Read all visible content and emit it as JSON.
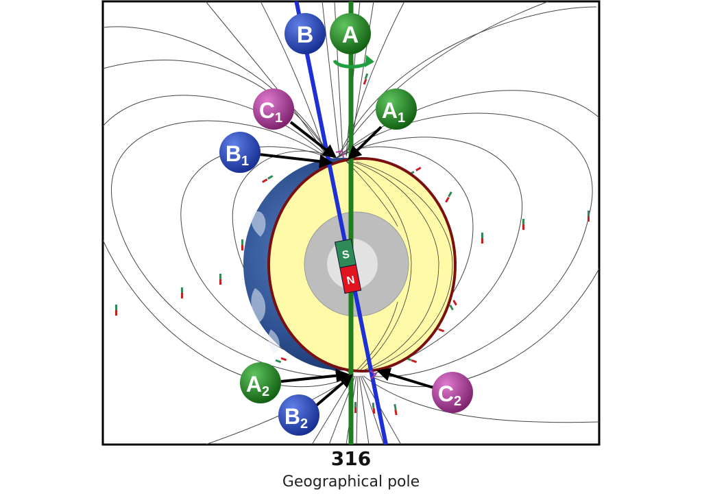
{
  "figure": {
    "number": "316",
    "caption": "Geographical pole"
  },
  "axes": [
    {
      "id": "A",
      "letter": "A",
      "color": "#1f7f1f"
    },
    {
      "id": "B",
      "letter": "B",
      "color": "#1e2fd6"
    }
  ],
  "labels": [
    {
      "id": "A",
      "letter": "A",
      "subscript": "",
      "color": "#1a7a1a"
    },
    {
      "id": "B",
      "letter": "B",
      "subscript": "",
      "color": "#1f3fbf"
    },
    {
      "id": "A1",
      "letter": "A",
      "subscript": "1",
      "color": "#1a7a1a"
    },
    {
      "id": "B1",
      "letter": "B",
      "subscript": "1",
      "color": "#1f3fbf"
    },
    {
      "id": "C1",
      "letter": "C",
      "subscript": "1",
      "color": "#b03a9a"
    },
    {
      "id": "A2",
      "letter": "A",
      "subscript": "2",
      "color": "#1a7a1a"
    },
    {
      "id": "B2",
      "letter": "B",
      "subscript": "2",
      "color": "#1f3fbf"
    },
    {
      "id": "C2",
      "letter": "C",
      "subscript": "2",
      "color": "#b03a9a"
    }
  ],
  "magnet": {
    "top_pole": "S",
    "bottom_pole": "N",
    "top_color": "#2e8b57",
    "bottom_color": "#e0141e"
  },
  "colors": {
    "mantle": "#fffaa8",
    "outer_core": "#bdbdbd",
    "inner_core": "#e2e2e2",
    "crust_outline": "#7a0f0f",
    "ocean": "#2c4f8f",
    "field_lines": "#444444",
    "right_angle_marker": "#b03a9a"
  }
}
